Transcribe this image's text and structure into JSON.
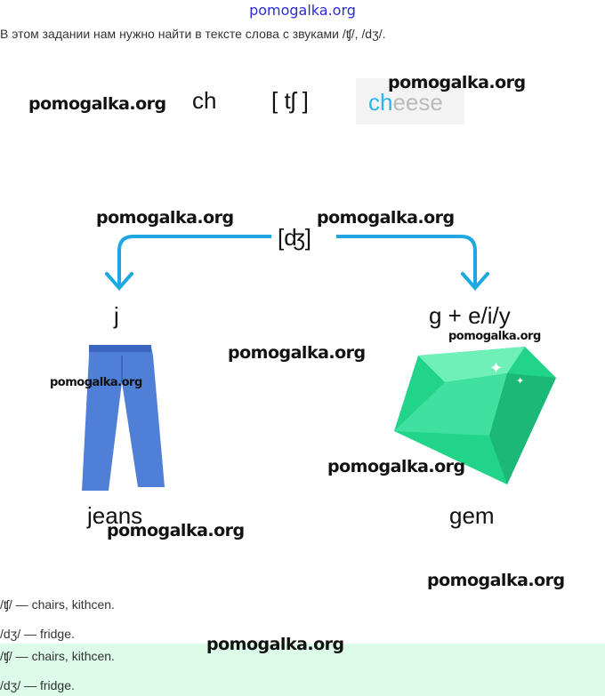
{
  "watermark": "pomogalka.org",
  "intro": "В этом задании нам нужно найти в тексте слова с звуками /ʧ/, /dʒ/.",
  "diagram": {
    "ch_letters": "ch",
    "ch_sound": "[ tʃ ]",
    "cheese_prefix": "ch",
    "cheese_rest": "eese",
    "dz_sound": "[ʤ]",
    "left_letter": "j",
    "right_letter": "g + e/i/y",
    "left_word": "jeans",
    "right_word": "gem"
  },
  "answers": [
    {
      "text": "/ʧ/ — chairs, kithcen."
    },
    {
      "text": "/dʒ/ — fridge."
    }
  ],
  "highlighted_answers": [
    {
      "text": "/ʧ/ — chairs, kithcen."
    },
    {
      "text": "/dʒ/ — fridge."
    }
  ],
  "colors": {
    "arrow": "#1fa8e0",
    "jeans": "#4f7fd6",
    "gem": "#22d38a",
    "highlight": "#dcfbe8"
  }
}
